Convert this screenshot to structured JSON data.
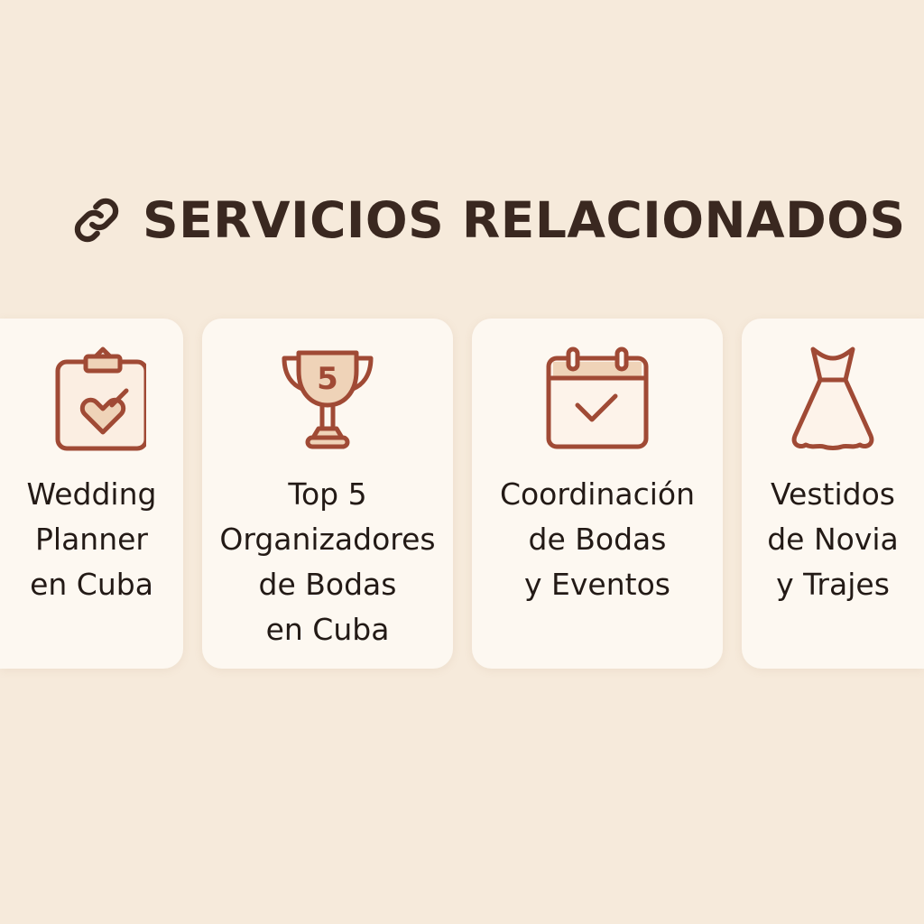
{
  "header": {
    "title": "SERVICIOS RELACIONADOS",
    "icon": "link-icon"
  },
  "colors": {
    "background": "#f6eadb",
    "card": "#fdf8f1",
    "accent": "#a04a35",
    "text": "#231a16"
  },
  "cards": [
    {
      "label": "Wedding\nPlanner\nen Cuba",
      "icon": "clipboard-heart-icon"
    },
    {
      "label": "Top 5\nOrganizadores\nde Bodas\nen Cuba",
      "icon": "trophy-icon",
      "badge": "5"
    },
    {
      "label": "Coordinación\nde Bodas\ny Eventos",
      "icon": "calendar-check-icon"
    },
    {
      "label": "Vestidos\nde Novia\ny Trajes",
      "icon": "dress-icon"
    }
  ]
}
